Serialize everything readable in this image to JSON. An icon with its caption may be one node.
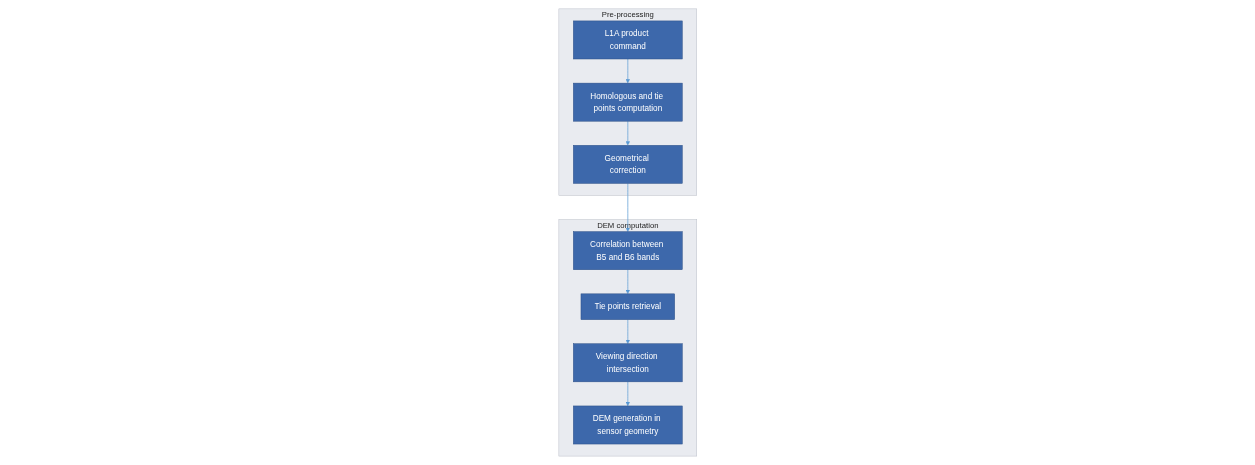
{
  "diagram": {
    "nodes": [
      {
        "text": [
          "Pre-processing"
        ]
      },
      {
        "text": [
          "L1A product command"
        ],
        "in": 0
      },
      {
        "text": [
          "Homologous and tie points computation"
        ],
        "in": 0
      },
      {
        "text": [
          "Geometrical correction"
        ],
        "in": 0
      },
      {
        "text": [
          "DEM computation"
        ]
      },
      {
        "text": [
          "Correlation between B5 and B6 bands"
        ],
        "in": 4
      },
      {
        "text": [
          "Tie points retrieval"
        ],
        "in": 4
      },
      {
        "text": [
          "Viewing direction intersection"
        ],
        "in": 4
      },
      {
        "text": [
          "DEM generation in sensor geometry"
        ],
        "in": 4
      }
    ],
    "edges": [
      {
        "from": 1,
        "to": 2,
        "arrow": "to"
      },
      {
        "from": 2,
        "to": 3,
        "arrow": "to"
      },
      {
        "from": 3,
        "to": 5,
        "arrow": "to"
      },
      {
        "from": 5,
        "to": 6,
        "arrow": "to"
      },
      {
        "from": 6,
        "to": 7,
        "arrow": "to"
      },
      {
        "from": 7,
        "to": 8,
        "arrow": "to"
      }
    ]
  }
}
